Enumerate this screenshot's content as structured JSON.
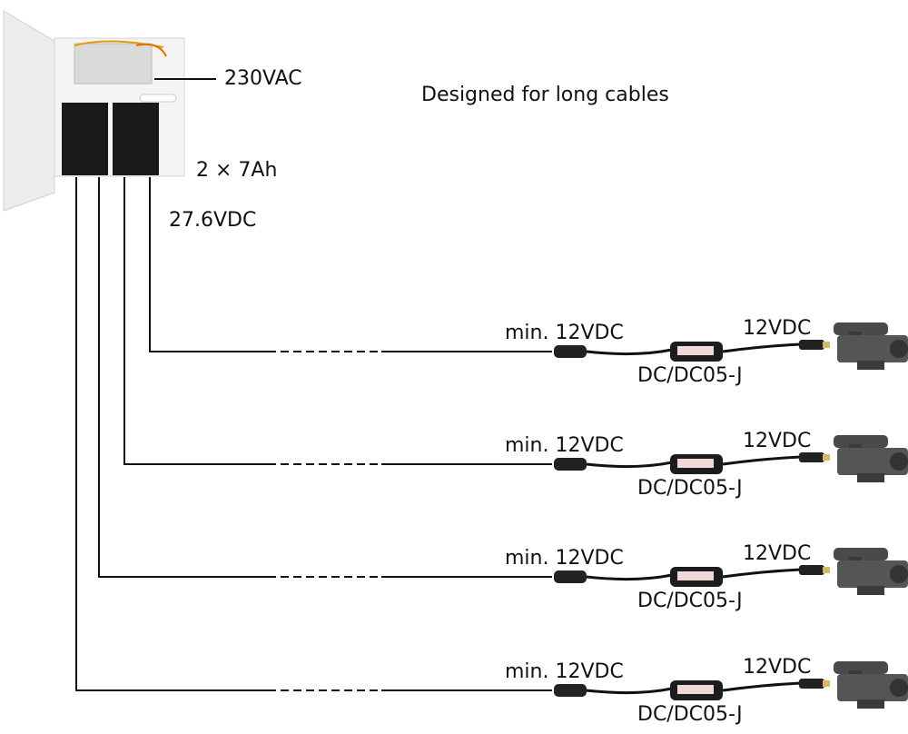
{
  "title": "Designed for long cables",
  "psu": {
    "input_label": "230VAC",
    "battery_label": "2 × 7Ah",
    "output_label": "27.6VDC"
  },
  "rows": [
    {
      "input": "min. 12VDC",
      "output": "12VDC",
      "converter": "DC/DC05-J"
    },
    {
      "input": "min. 12VDC",
      "output": "12VDC",
      "converter": "DC/DC05-J"
    },
    {
      "input": "min. 12VDC",
      "output": "12VDC",
      "converter": "DC/DC05-J"
    },
    {
      "input": "min. 12VDC",
      "output": "12VDC",
      "converter": "DC/DC05-J"
    }
  ],
  "colors": {
    "line": "#111111",
    "camera": "#4a4a4a",
    "battery": "#1a1a1a",
    "enclosure": "#eeeeee"
  }
}
